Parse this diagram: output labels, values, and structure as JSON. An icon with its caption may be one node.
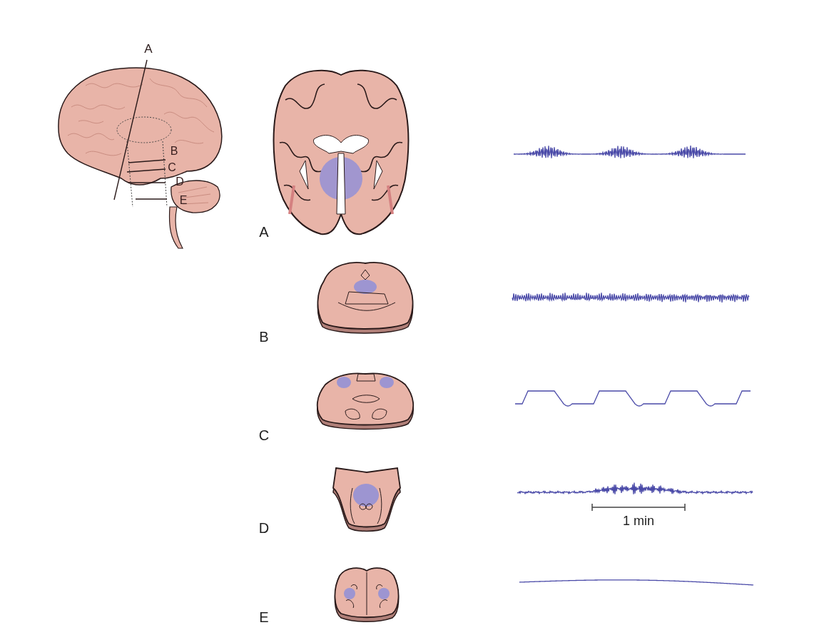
{
  "diagram": {
    "labels": [
      "A",
      "B",
      "C",
      "D",
      "E",
      "A",
      "B",
      "C",
      "D",
      "E",
      "1 min"
    ]
  }
}
